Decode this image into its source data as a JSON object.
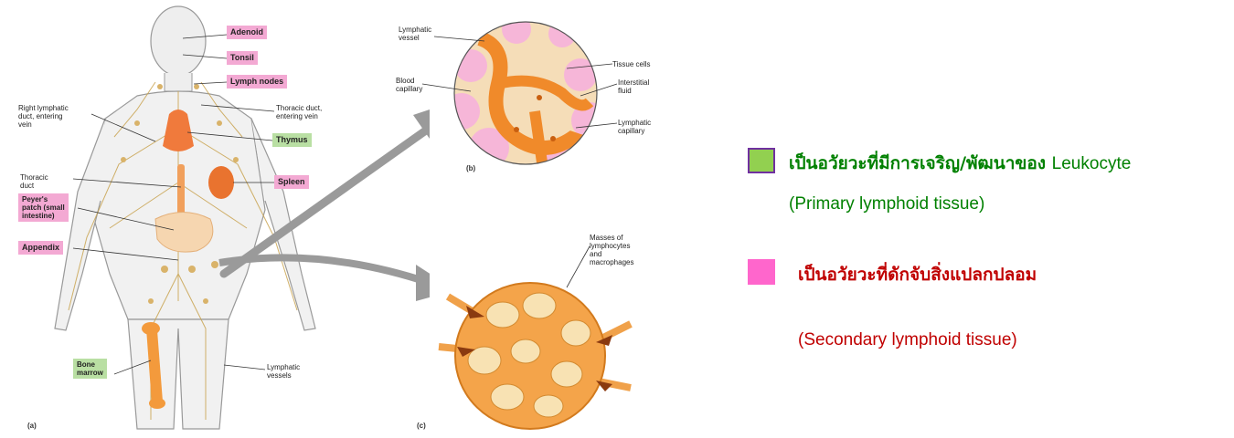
{
  "figure": {
    "body_labels": {
      "right_lymphatic_duct": "Right lymphatic\nduct, entering\nvein",
      "thoracic_duct_vein": "Thoracic duct,\nentering vein",
      "thoracic_duct": "Thoracic\nduct",
      "lymphatic_vessels": "Lymphatic\nvessels"
    },
    "organ_tags": {
      "adenoid": "Adenoid",
      "tonsil": "Tonsil",
      "lymph_nodes": "Lymph nodes",
      "thymus": "Thymus",
      "spleen": "Spleen",
      "peyers_patch": "Peyer's\npatch (small\nintestine)",
      "appendix": "Appendix",
      "bone_marrow": "Bone\nmarrow"
    },
    "capillary_labels": {
      "lymphatic_vessel": "Lymphatic\nvessel",
      "blood_capillary": "Blood\ncapillary",
      "tissue_cells": "Tissue cells",
      "interstitial_fluid": "Interstitial\nfluid",
      "lymphatic_capillary": "Lymphatic\ncapillary"
    },
    "node_labels": {
      "masses": "Masses of\nlymphocytes\nand\nmacrophages"
    },
    "panels": {
      "a": "(a)",
      "b": "(b)",
      "c": "(c)"
    }
  },
  "legend": {
    "primary": {
      "color": "#92d050",
      "border": "#7030a0",
      "thai": "เป็นอวัยวะที่มีการเจริญ/พัฒนาของ",
      "latin": "Leukocyte",
      "english": "(Primary lymphoid tissue)",
      "text_color": "#008000"
    },
    "secondary": {
      "color": "#ff66cc",
      "thai": "เป็นอวัยวะที่ดักจับสิ่งแปลกปลอม",
      "english": "(Secondary lymphoid tissue)",
      "text_color": "#c00000"
    }
  }
}
